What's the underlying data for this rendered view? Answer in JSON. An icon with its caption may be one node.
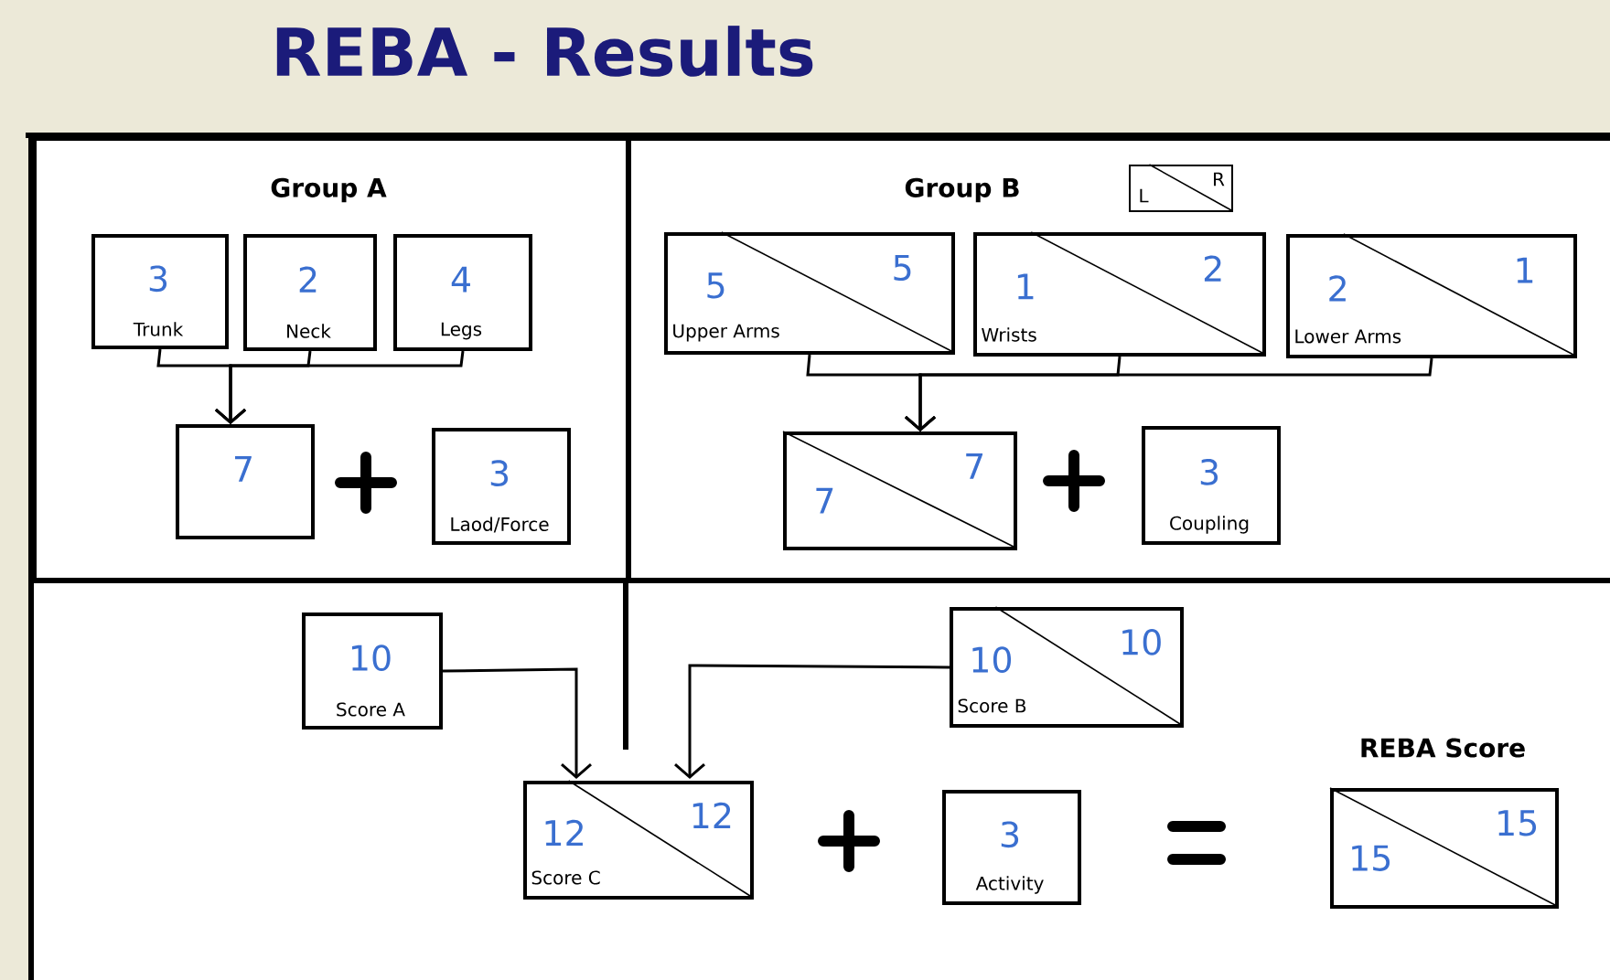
{
  "diagram": {
    "title": "REBA - Results",
    "nodes": [
      {
        "text": [
          "Group A"
        ]
      },
      {
        "text": [
          "3",
          "Trunk"
        ],
        "in": 0
      },
      {
        "text": [
          "2",
          "Neck"
        ],
        "in": 0
      },
      {
        "text": [
          "4",
          "Legs"
        ],
        "in": 0
      },
      {
        "text": [
          "7"
        ],
        "in": 0
      },
      {
        "text": [
          "3",
          "Laod/Force"
        ],
        "in": 0
      },
      {
        "text": [
          "Group B"
        ]
      },
      {
        "text": [
          "L",
          "R"
        ],
        "in": 6
      },
      {
        "text": [
          "5",
          "5",
          "Upper Arms"
        ],
        "in": 6
      },
      {
        "text": [
          "1",
          "2",
          "Wrists"
        ],
        "in": 6
      },
      {
        "text": [
          "2",
          "1",
          "Lower Arms"
        ],
        "in": 6
      },
      {
        "text": [
          "7",
          "7"
        ],
        "in": 6
      },
      {
        "text": [
          "3",
          "Coupling"
        ],
        "in": 6
      },
      {
        "text": [
          "10",
          "Score A"
        ]
      },
      {
        "text": [
          "10",
          "10",
          "Score B"
        ]
      },
      {
        "text": [
          "12",
          "12",
          "Score C"
        ]
      },
      {
        "text": [
          "3",
          "Activity"
        ]
      },
      {
        "text": [
          "REBA Score",
          "15",
          "15"
        ]
      }
    ],
    "edges": [
      {
        "from": 1,
        "to": 4,
        "arrow": "to"
      },
      {
        "from": 2,
        "to": 4,
        "arrow": "to"
      },
      {
        "from": 3,
        "to": 4,
        "arrow": "to"
      },
      {
        "from": 8,
        "to": 11,
        "arrow": "to"
      },
      {
        "from": 9,
        "to": 11,
        "arrow": "to"
      },
      {
        "from": 10,
        "to": 11,
        "arrow": "to"
      },
      {
        "from": 13,
        "to": 15,
        "arrow": "to"
      },
      {
        "from": 14,
        "to": 15,
        "arrow": "to"
      }
    ]
  }
}
